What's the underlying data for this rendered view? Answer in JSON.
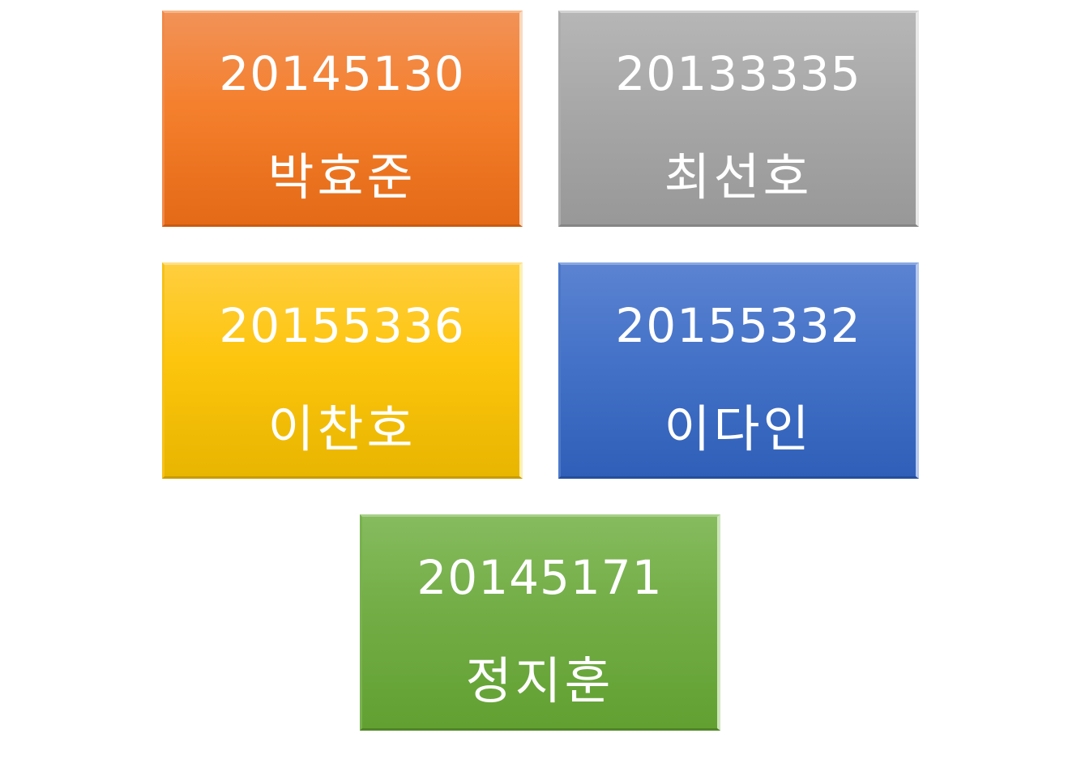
{
  "members": [
    {
      "id": "20145130",
      "name": "박효준",
      "color": "#f47f2c"
    },
    {
      "id": "20133335",
      "name": "최선호",
      "color": "#a6a6a6"
    },
    {
      "id": "20155336",
      "name": "이찬호",
      "color": "#fdc50d"
    },
    {
      "id": "20155332",
      "name": "이다인",
      "color": "#4472c8"
    },
    {
      "id": "20145171",
      "name": "정지훈",
      "color": "#72ad45"
    }
  ]
}
